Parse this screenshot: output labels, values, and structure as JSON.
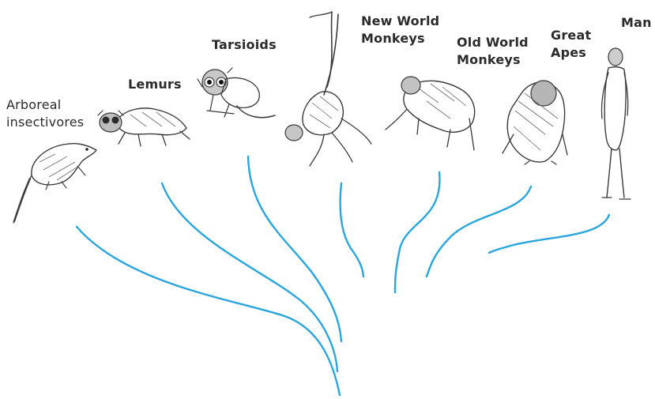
{
  "figure": {
    "line_color": "#2aa6dd",
    "ink_color": "#3a3a3a",
    "labels": {
      "arboreal_line1": "Arboreal",
      "arboreal_line2": "insectivores",
      "lemurs": "Lemurs",
      "tarsioids": "Tarsioids",
      "new_world_line1": "New World",
      "new_world_line2": "Monkeys",
      "old_world_line1": "Old World",
      "old_world_line2": "Monkeys",
      "great_apes_line1": "Great",
      "great_apes_line2": "Apes",
      "man": "Man"
    }
  }
}
